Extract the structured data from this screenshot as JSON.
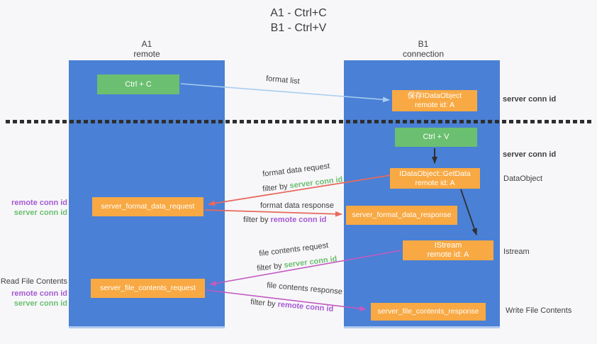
{
  "title": {
    "line1": "A1 - Ctrl+C",
    "line2": "B1 - Ctrl+V"
  },
  "lanes": {
    "a1": {
      "name": "A1",
      "subtitle": "remote"
    },
    "b1": {
      "name": "B1",
      "subtitle": "connection"
    }
  },
  "nodes": {
    "ctrl_c": {
      "label": "Ctrl + C"
    },
    "save_idataobject": {
      "line1": "保存IDataObject",
      "line2": "remote id: A"
    },
    "ctrl_v": {
      "label": "Ctrl + V"
    },
    "getdata": {
      "line1": "IDataObject::GetData",
      "line2": "remote id: A"
    },
    "server_format_data_request": {
      "label": "server_format_data_request"
    },
    "server_format_data_response": {
      "label": "server_format_data_response"
    },
    "istream": {
      "line1": "IStream",
      "line2": "remote id: A"
    },
    "server_file_contents_request": {
      "label": "server_file_contents_request"
    },
    "server_file_contents_response": {
      "label": "server_file_contents_response"
    }
  },
  "edge_labels": {
    "format_list": "format list",
    "format_data_request": "format data request",
    "format_data_response": "format data response",
    "file_contents_request": "file contents request",
    "file_contents_response": "file contents response",
    "filter_by": "filter by",
    "server_conn_id": "server conn id",
    "remote_conn_id": "remote conn id"
  },
  "side_labels": {
    "server_conn_id": "server conn id",
    "remote_conn_id": "remote conn id",
    "dataobject": "DataObject",
    "istream": "Istream",
    "read_file_contents": "Read File Contents",
    "write_file_contents": "Write File Contents"
  },
  "colors": {
    "lane_blue": "#4a80d5",
    "box_green": "#6bbf70",
    "box_orange": "#f8a943",
    "arrow_red": "#e8695e",
    "arrow_magenta": "#c35ac2",
    "arrow_light_blue": "#a7cdf1",
    "arrow_black": "#2f2f2f",
    "text_green": "#6bbf70",
    "text_purple": "#a55ad2"
  }
}
